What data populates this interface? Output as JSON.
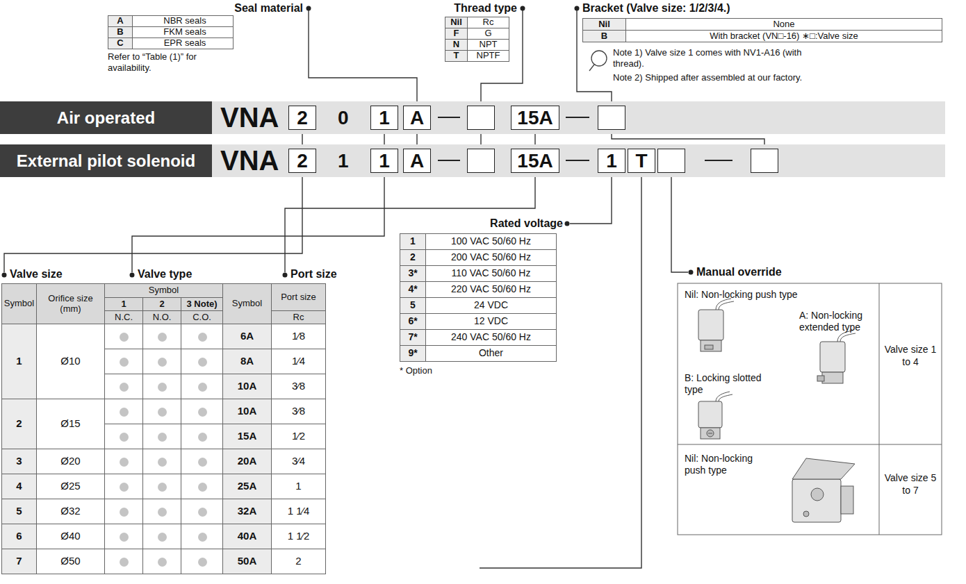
{
  "diagram": {
    "nodes": [
      {
        "text": [
          "Air operated"
        ]
      },
      {
        "text": [
          "VNA",
          "0"
        ]
      },
      {
        "text": [
          "2"
        ],
        "in": 1
      },
      {
        "text": [
          "1"
        ],
        "in": 1
      },
      {
        "text": [
          "A"
        ],
        "in": 1
      },
      {
        "text": [
          "15A"
        ],
        "in": 1
      },
      {
        "text": [
          "External pilot solenoid"
        ]
      },
      {
        "text": [
          "VNA",
          "1"
        ]
      },
      {
        "text": [
          "2"
        ],
        "in": 7
      },
      {
        "text": [
          "1"
        ],
        "in": 7
      },
      {
        "text": [
          "A"
        ],
        "in": 7
      },
      {
        "text": [
          "15A"
        ],
        "in": 7
      },
      {
        "text": [
          "1"
        ],
        "in": 7
      },
      {
        "text": [
          "T"
        ],
        "in": 7
      }
    ],
    "edges": [
      {
        "from": 2,
        "to": 8,
        "arrow": "none"
      },
      {
        "from": 3,
        "to": 9,
        "arrow": "none"
      },
      {
        "from": 4,
        "to": 10,
        "arrow": "none"
      },
      {
        "from": 5,
        "to": 11,
        "arrow": "none"
      }
    ],
    "labels": [
      "Seal material",
      "A",
      "NBR seals",
      "B",
      "FKM seals",
      "C",
      "EPR seals",
      "Refer to “Table (1)” for availability.",
      "Thread type",
      "Nil",
      "Rc",
      "F",
      "G",
      "N",
      "NPT",
      "T",
      "NPTF",
      "Bracket (Valve size: 1/2/3/4.)",
      "Nil",
      "None",
      "B",
      "With bracket (VN□-16) ∗□:Valve size",
      "Note 1) Valve size 1 comes with NV1-A16 (with thread).",
      "Note 2) Shipped after assembled at our factory.",
      "Valve size",
      "Valve type",
      "Port size",
      "Symbol",
      "Orifice size (mm)",
      "Symbol",
      "Symbol",
      "Port size",
      "1",
      "2",
      "3 Note)",
      "N.C.",
      "N.O.",
      "C.O.",
      "Rc",
      "1",
      "Ø10",
      "2",
      "Ø15",
      "3",
      "Ø20",
      "4",
      "Ø25",
      "5",
      "Ø32",
      "6",
      "Ø40",
      "7",
      "Ø50",
      "6A",
      "1⁄8",
      "8A",
      "1⁄4",
      "10A",
      "3⁄8",
      "10A",
      "3⁄8",
      "15A",
      "1⁄2",
      "20A",
      "3⁄4",
      "25A",
      "1",
      "32A",
      "1 1⁄4",
      "40A",
      "1 1⁄2",
      "50A",
      "2",
      "Rated voltage",
      "1",
      "100 VAC 50/60 Hz",
      "2",
      "200 VAC 50/60 Hz",
      "3*",
      "110 VAC 50/60 Hz",
      "4*",
      "220 VAC 50/60 Hz",
      "5",
      "24 VDC",
      "6*",
      "12 VDC",
      "7*",
      "240 VAC 50/60 Hz",
      "9*",
      "Other",
      "* Option",
      "Manual override",
      "Nil: Non-locking push type",
      "A: Non-locking extended type",
      "B: Locking slotted type",
      "Valve size 1 to 4",
      "Nil: Non-locking push type",
      "Valve size 5 to 7"
    ]
  }
}
